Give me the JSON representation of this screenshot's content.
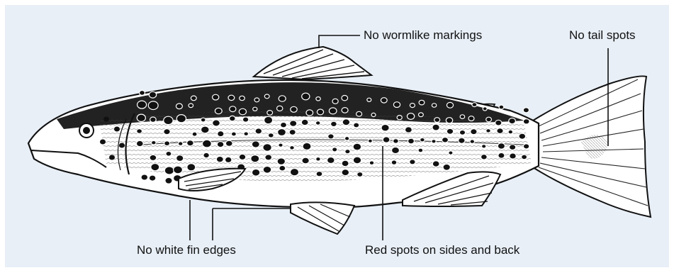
{
  "annotations": {
    "wormlike": "No wormlike markings",
    "tail_spots": "No tail spots",
    "fin_edges": "No white fin edges",
    "red_spots": "Red spots on sides and back"
  },
  "illustration": {
    "subject_icon": "brown-trout-icon"
  },
  "colors": {
    "panel_bg": "#e8eff7",
    "ink": "#111111"
  }
}
